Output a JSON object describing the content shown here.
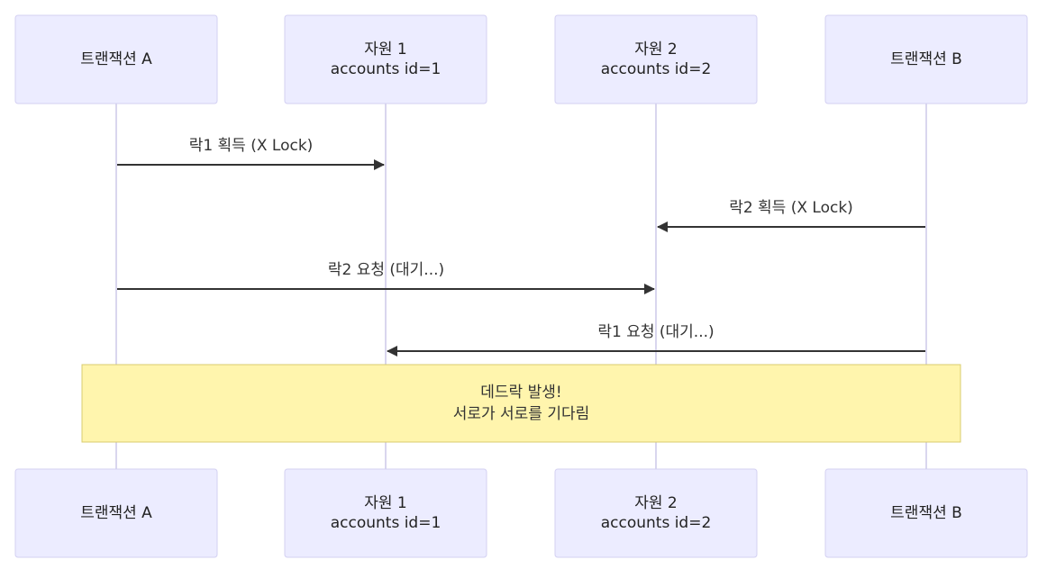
{
  "participants": [
    {
      "id": "A",
      "lines": [
        "트랜잭션 A"
      ]
    },
    {
      "id": "R1",
      "lines": [
        "자원 1",
        "accounts id=1"
      ]
    },
    {
      "id": "R2",
      "lines": [
        "자원 2",
        "accounts id=2"
      ]
    },
    {
      "id": "B",
      "lines": [
        "트랜잭션 B"
      ]
    }
  ],
  "messages": [
    {
      "from": "A",
      "to": "R1",
      "label": "락1 획득 (X Lock)"
    },
    {
      "from": "B",
      "to": "R2",
      "label": "락2 획득 (X Lock)"
    },
    {
      "from": "A",
      "to": "R2",
      "label": "락2 요청 (대기...)"
    },
    {
      "from": "B",
      "to": "R1",
      "label": "락1 요청 (대기...)"
    }
  ],
  "note": {
    "from": "A",
    "to": "B",
    "lines": [
      "데드락 발생!",
      "서로가 서로를 기다림"
    ]
  },
  "colors": {
    "actor_fill": "#ececff",
    "actor_stroke": "#d3d0f2",
    "lifeline": "#d9d6ee",
    "message": "#333333",
    "note_fill": "#fff5ad",
    "note_stroke": "#d8cc6f"
  }
}
